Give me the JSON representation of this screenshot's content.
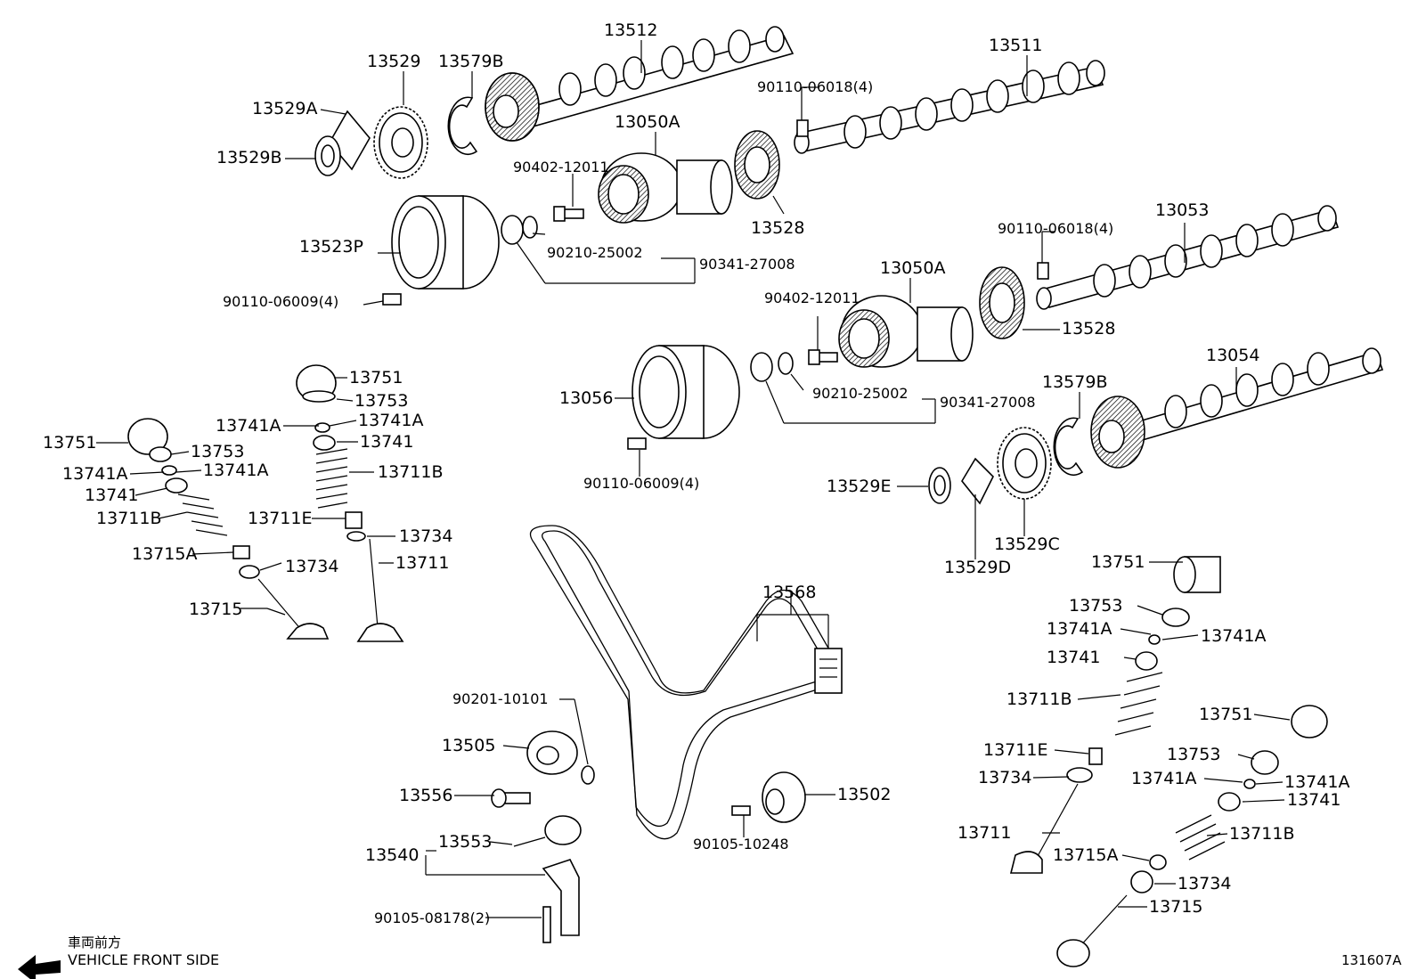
{
  "diagram_id": "131607A",
  "direction": {
    "jp": "車両前方",
    "en": "VEHICLE FRONT SIDE"
  },
  "labels": {
    "p13512": "13512",
    "p13511": "13511",
    "p13529": "13529",
    "p13579B_a": "13579B",
    "p13529A": "13529A",
    "p13529B": "13529B",
    "p13050A_a": "13050A",
    "p90110_06018_a": "90110-06018(4)",
    "p90402_12011_a": "90402-12011",
    "p13528_a": "13528",
    "p13523P": "13523P",
    "p90210_25002_a": "90210-25002",
    "p90341_27008_a": "90341-27008",
    "p90110_06009_a": "90110-06009(4)",
    "p13053": "13053",
    "p90110_06018_b": "90110-06018(4)",
    "p13050A_b": "13050A",
    "p90402_12011_b": "90402-12011",
    "p13528_b": "13528",
    "p13054": "13054",
    "p13056": "13056",
    "p90210_25002_b": "90210-25002",
    "p90341_27008_b": "90341-27008",
    "p13579B_b": "13579B",
    "p90110_06009_b": "90110-06009(4)",
    "p13529E": "13529E",
    "p13529C": "13529C",
    "p13529D": "13529D",
    "l13751_a": "13751",
    "l13753_a": "13753",
    "l13741A_a": "13741A",
    "l13741A_b": "13741A",
    "l13741_a": "13741",
    "l13711B_a": "13711B",
    "l13711E_a": "13711E",
    "l13734_a": "13734",
    "l13711_a": "13711",
    "l13751_b": "13751",
    "l13753_b": "13753",
    "l13741A_c": "13741A",
    "l13741A_d": "13741A",
    "l13741_b": "13741",
    "l13711B_b": "13711B",
    "l13715A_a": "13715A",
    "l13734_b": "13734",
    "l13715_a": "13715",
    "b13568": "13568",
    "b90201_10101": "90201-10101",
    "b13505": "13505",
    "b13556": "13556",
    "b13502": "13502",
    "b90105_10248": "90105-10248",
    "b13553": "13553",
    "b13540": "13540",
    "b90105_08178": "90105-08178(2)",
    "r13751_a": "13751",
    "r13753_a": "13753",
    "r13741A_a": "13741A",
    "r13741A_b": "13741A",
    "r13741_a": "13741",
    "r13711B_a": "13711B",
    "r13711E_a": "13711E",
    "r13734_a": "13734",
    "r13711_a": "13711",
    "r13751_b": "13751",
    "r13753_b": "13753",
    "r13741A_c": "13741A",
    "r13741A_d": "13741A",
    "r13741_b": "13741",
    "r13711B_b": "13711B",
    "r13715A_a": "13715A",
    "r13734_b": "13734",
    "r13715_a": "13715"
  }
}
